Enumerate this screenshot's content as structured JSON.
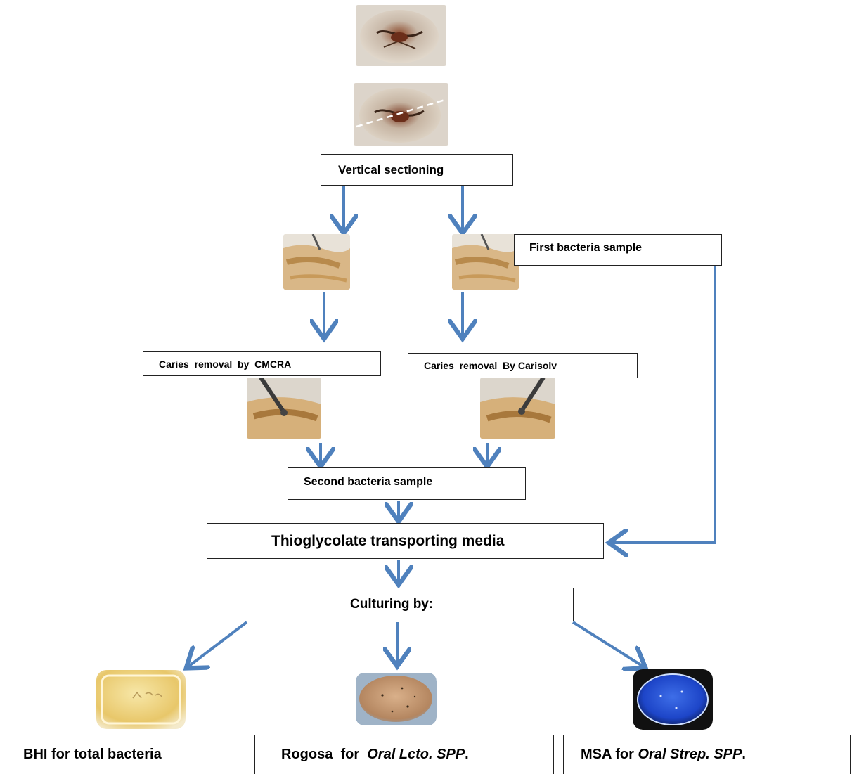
{
  "colors": {
    "arrow": "#4f81bd",
    "box_border": "#222222"
  },
  "steps": {
    "vertical_sectioning": "Vertical sectioning",
    "first_sample": "First bacteria sample",
    "caries_cmcra": "Caries  removal  by  CMCRA",
    "caries_carisolv": "Caries  removal  By Carisolv",
    "second_sample": "Second bacteria sample",
    "thioglycolate": "Thioglycolate transporting media",
    "culturing": "Culturing by:"
  },
  "media": {
    "bhi": {
      "label": "BHI for total bacteria"
    },
    "rogosa": {
      "label_prefix": "Rogosa  for  ",
      "label_italic": "Oral Lcto. SPP",
      "label_suffix": "."
    },
    "msa": {
      "label_prefix": "MSA for ",
      "label_italic": "Oral Strep. SPP",
      "label_suffix": "."
    }
  },
  "images": {
    "tooth_top": "tooth-occlusal-photo",
    "tooth_section_line": "tooth-with-section-line-photo",
    "tooth_left_half": "tooth-half-photo",
    "tooth_right_half": "tooth-half-photo",
    "excavator_left": "caries-removal-photo",
    "excavator_right": "caries-removal-photo",
    "plate_bhi": "bhi-culture-plate-photo",
    "plate_rogosa": "rogosa-culture-plate-photo",
    "plate_msa": "msa-culture-plate-photo"
  }
}
